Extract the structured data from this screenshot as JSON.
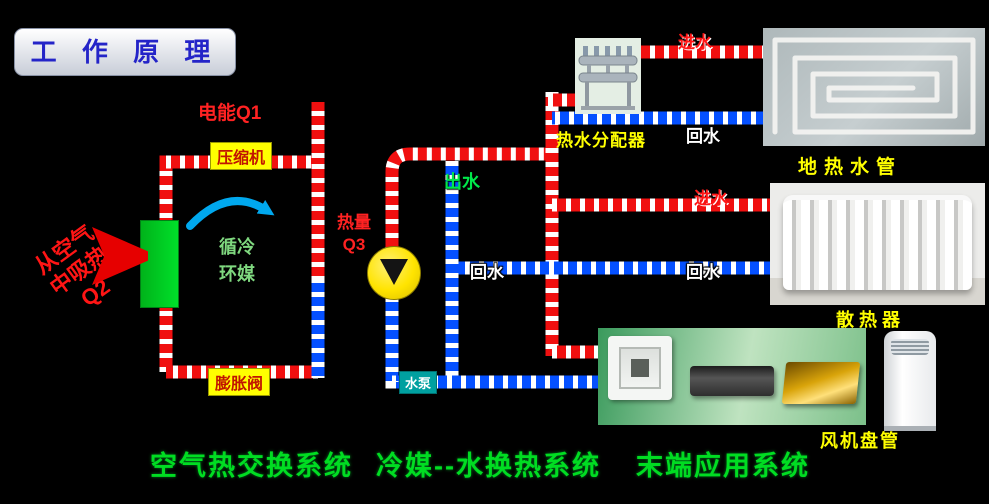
{
  "header": {
    "title": "工 作 原 理"
  },
  "colors": {
    "background": "#000000",
    "supply_pipe_red": "#f01010",
    "return_pipe_blue": "#0550ff",
    "accent_yellow": "#ffff00",
    "system_green": "#00dd22",
    "title_blue": "#2424c8",
    "evaporator_green": "#00d024",
    "pump_yellow": "#ffe400"
  },
  "air_system": {
    "absorb_lines": [
      "从空气",
      "中吸热",
      "Q2"
    ],
    "electric_label": "电能Q1",
    "compressor_label": "压缩机",
    "expansion_label": "膨胀阀",
    "refrigerant_lines": [
      "循冷",
      "环媒"
    ]
  },
  "water_system": {
    "heat_lines": [
      "热量",
      "Q3"
    ],
    "water_out_label": "出水",
    "return_label": "回水",
    "pump_label": "水泵"
  },
  "terminals": {
    "manifold_caption": "热水分配器",
    "floor_caption": "地热水管",
    "radiator_caption": "散热器",
    "fancoil_caption": "风机盘管",
    "inlet_floor_label": "进水",
    "return_floor_label": "回水",
    "inlet_radiator_label": "进水",
    "return_radiator_label": "回水"
  },
  "systems": [
    {
      "label": "空气热交换系统"
    },
    {
      "label": "冷媒--水换热系统"
    },
    {
      "label": "末端应用系统"
    }
  ]
}
